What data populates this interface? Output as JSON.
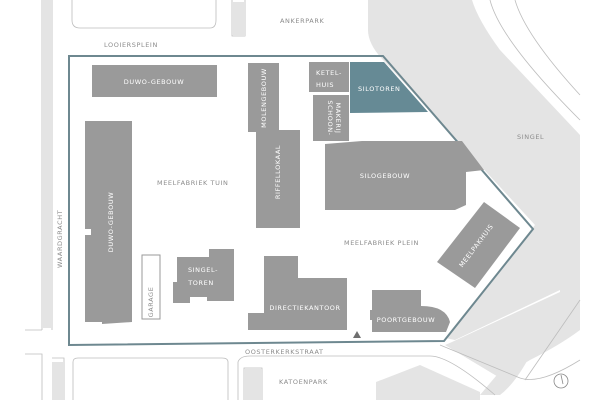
{
  "colors": {
    "building": "#9a9a9a",
    "highlight": "#668a95",
    "boundary": "#6e8890",
    "water": "#e4e4e4",
    "road": "#bdbdbd"
  },
  "streets": {
    "ankerpark": "ANKERPARK",
    "looiersplein": "LOOIERSPLEIN",
    "singel": "SINGEL",
    "waardgracht": "WAARDGRACHT",
    "oosterkerkstraat": "OOSTERKERKSTRAAT",
    "katoenpark": "KATOENPARK"
  },
  "areas": {
    "tuin": "MEELFABRIEK TUIN",
    "plein": "MEELFABRIEK PLEIN"
  },
  "buildings": {
    "duwo_top": "DUWO-GEBOUW",
    "molengebouw": "MOLENGEBOUW",
    "riffellokaal": "RIFFELLOKAAL",
    "ketelhuis_1": "KETEL-",
    "ketelhuis_2": "HUIS",
    "silotoren": "SILOTOREN",
    "schoonmakerij_1": "SCHOON-",
    "schoonmakerij_2": "MAKERIJ",
    "silogebouw": "SILOGEBOUW",
    "meelpakhuis": "MEELPAKHUIS",
    "duwo_left": "DUWO-GEBOUW",
    "garage": "GARAGE",
    "singeltoren_1": "SINGEL-",
    "singeltoren_2": "TOREN",
    "directiekantoor": "DIRECTIEKANTOOR",
    "poortgebouw": "POORTGEBOUW"
  }
}
